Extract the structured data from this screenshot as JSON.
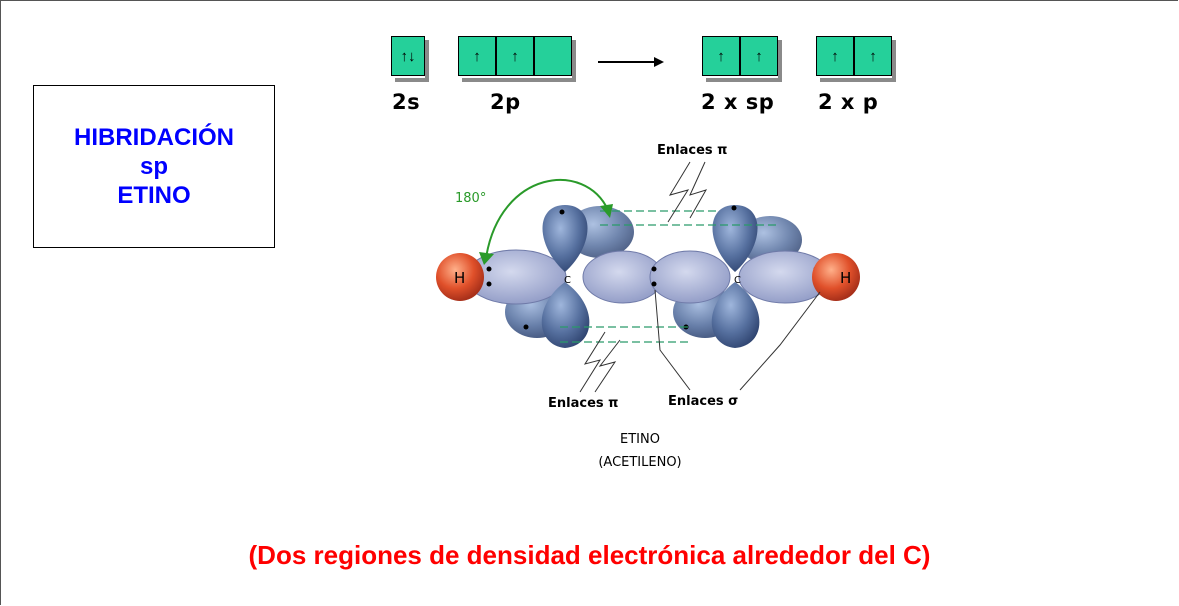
{
  "title_box": {
    "line1": "HIBRIDACIÓN",
    "line2": "sp",
    "line3": "ETINO"
  },
  "orbital_labels": {
    "s": "2s",
    "p": "2p",
    "sp": "2 x sp",
    "pp": "2 x p"
  },
  "orbital_cells": {
    "s": [
      "↑↓"
    ],
    "p": [
      "↑",
      "↑",
      ""
    ],
    "sp": [
      "↑",
      "↑"
    ],
    "pp": [
      "↑",
      "↑"
    ]
  },
  "diagram": {
    "angle_label": "180°",
    "pi_top": "Enlaces π",
    "pi_bottom": "Enlaces π",
    "sigma": "Enlaces σ",
    "name1": "ETINO",
    "name2": "(ACETILENO)",
    "h_left": "H",
    "h_right": "H",
    "c_left": "C",
    "c_right": "C"
  },
  "footer": "(Dos regiones de densidad electrónica alrededor del C)",
  "colors": {
    "title": "#0000ff",
    "footer": "#ff0000",
    "orbital_box": "#25d09a",
    "lobe": "#4f6fa6",
    "hydrogen": "#e0502a",
    "annotation": "#2a9a2a"
  }
}
